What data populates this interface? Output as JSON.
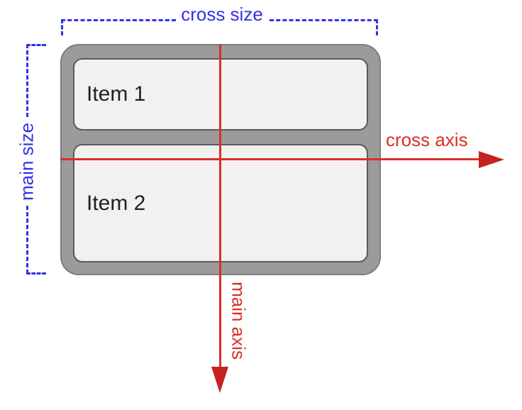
{
  "diagram": {
    "items": [
      {
        "label": "Item 1"
      },
      {
        "label": "Item 2"
      }
    ],
    "annotations": {
      "cross_size": "cross size",
      "main_size": "main size",
      "cross_axis": "cross axis",
      "main_axis": "main axis"
    },
    "colors": {
      "label_blue": "#3232e6",
      "axis_red": "#d93025",
      "arrowhead_red": "#c5221f",
      "container_fill": "#9b9b9b",
      "container_outline": "#7d7d7d",
      "item_fill": "#f1f1f2",
      "item_border": "#5a5a5c",
      "item_text": "#202124"
    }
  }
}
